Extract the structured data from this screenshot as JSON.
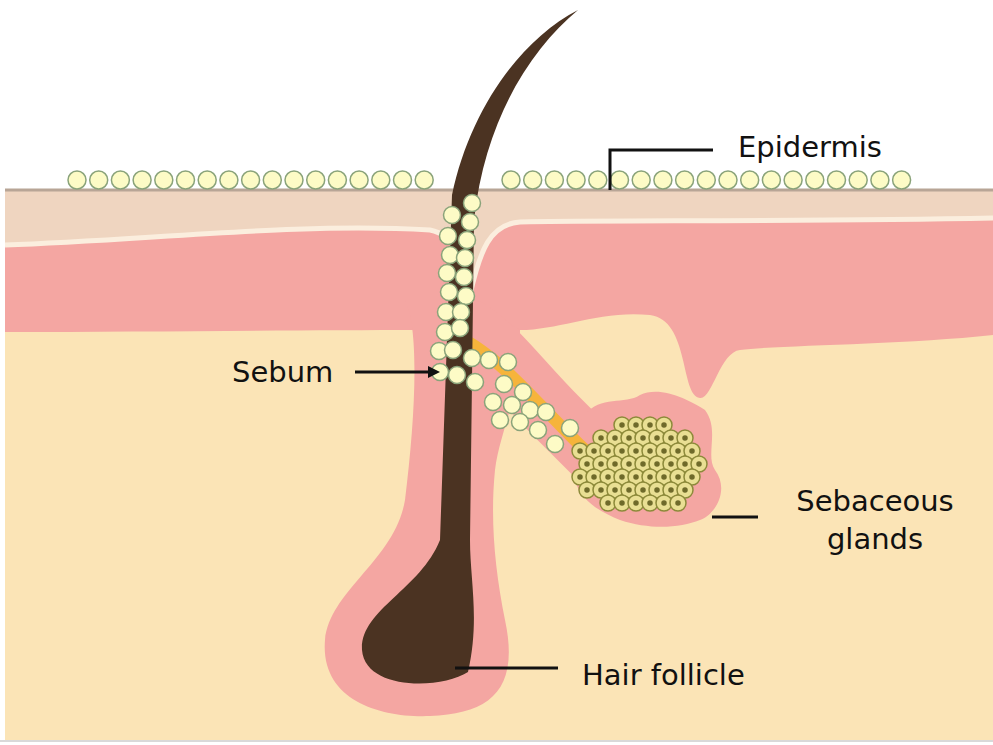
{
  "diagram": {
    "labels": [
      "Epidermis",
      "Sebum",
      "Sebaceous glands",
      "Hair follicle"
    ]
  }
}
